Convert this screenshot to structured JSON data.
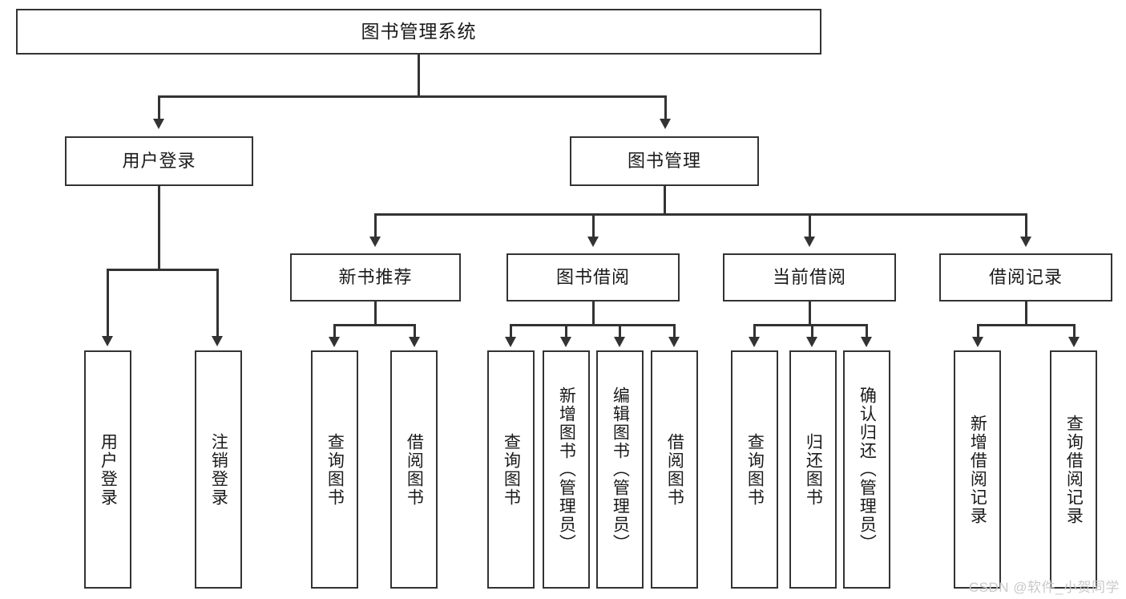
{
  "diagram": {
    "type": "tree",
    "title": "图书管理系统",
    "root": {
      "label": "图书管理系统",
      "level": 0
    },
    "level1": [
      {
        "label": "用户登录"
      },
      {
        "label": "图书管理"
      }
    ],
    "level2": [
      {
        "label": "新书推荐"
      },
      {
        "label": "图书借阅"
      },
      {
        "label": "当前借阅"
      },
      {
        "label": "借阅记录"
      }
    ],
    "leaves_user_login": [
      {
        "label": "用户登录"
      },
      {
        "label": "注销登录"
      }
    ],
    "leaves_new_book": [
      {
        "label": "查询图书"
      },
      {
        "label": "借阅图书"
      }
    ],
    "leaves_borrow_book": [
      {
        "label": "查询图书"
      },
      {
        "label": "新增图书（管理员）"
      },
      {
        "label": "编辑图书（管理员）"
      },
      {
        "label": "借阅图书"
      }
    ],
    "leaves_current_borrow": [
      {
        "label": "查询图书"
      },
      {
        "label": "归还图书"
      },
      {
        "label": "确认归还（管理员）"
      }
    ],
    "leaves_borrow_record": [
      {
        "label": "新增借阅记录"
      },
      {
        "label": "查询借阅记录"
      }
    ]
  },
  "watermark": {
    "text": "CSDN @软件_小贺同学"
  },
  "colors": {
    "stroke": "#333333",
    "fill": "#ffffff",
    "text": "#1a1a1a",
    "watermark": "#c9c9c9"
  }
}
